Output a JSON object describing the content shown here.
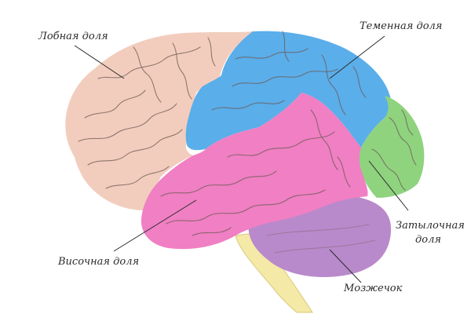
{
  "labels": {
    "frontal": "Лобная доля",
    "parietal": "Теменная доля",
    "occipital_line1": "Затылочная",
    "occipital_line2": "доля",
    "temporal": "Височная доля",
    "cerebellum": "Мозжечок"
  },
  "colors": {
    "frontal": "#f2cdbd",
    "parietal": "#5aaeea",
    "occipital": "#8fd37f",
    "temporal": "#f07fc3",
    "cerebellum": "#b98acb",
    "brainstem": "#f4e9a6",
    "gyri": "#6e5a55"
  }
}
